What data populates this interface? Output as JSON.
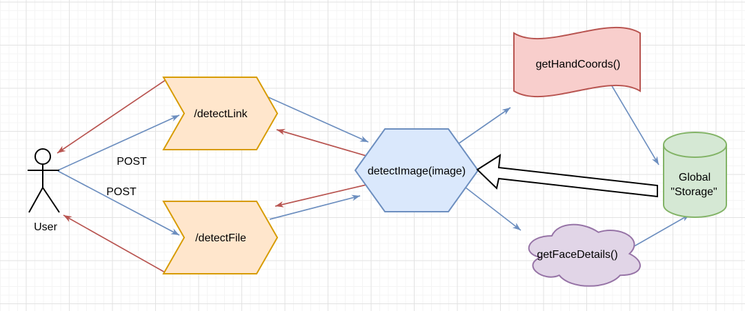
{
  "canvas": {
    "background": "#ffffff",
    "grid_minor_color": "#f4f4f4",
    "grid_major_color": "#e2e2e2"
  },
  "nodes": {
    "user": {
      "label": "User",
      "shape": "actor",
      "stroke": "#000000"
    },
    "detect_link": {
      "label": "/detectLink",
      "shape": "step",
      "fill": "#ffe6cc",
      "stroke": "#d79b00"
    },
    "detect_file": {
      "label": "/detectFile",
      "shape": "step",
      "fill": "#ffe6cc",
      "stroke": "#d79b00"
    },
    "detect_image": {
      "label": "detectImage(image)",
      "shape": "hexagon",
      "fill": "#dae8fc",
      "stroke": "#6c8ebf"
    },
    "get_hand_coords": {
      "label": "getHandCoords()",
      "shape": "tape",
      "fill": "#f8cecc",
      "stroke": "#b85450"
    },
    "get_face_details": {
      "label": "getFaceDetails()",
      "shape": "cloud",
      "fill": "#e1d5e7",
      "stroke": "#9673a6"
    },
    "global_storage": {
      "label_line1": "Global",
      "label_line2": "\"Storage\"",
      "shape": "cylinder",
      "fill": "#d5e8d4",
      "stroke": "#82b366"
    }
  },
  "edge_labels": {
    "post_upper": "POST",
    "post_lower": "POST"
  },
  "edges": {
    "request_color": "#6c8ebf",
    "response_color": "#b85450"
  },
  "block_arrow": {
    "fill": "#ffffff",
    "stroke": "#000000"
  }
}
